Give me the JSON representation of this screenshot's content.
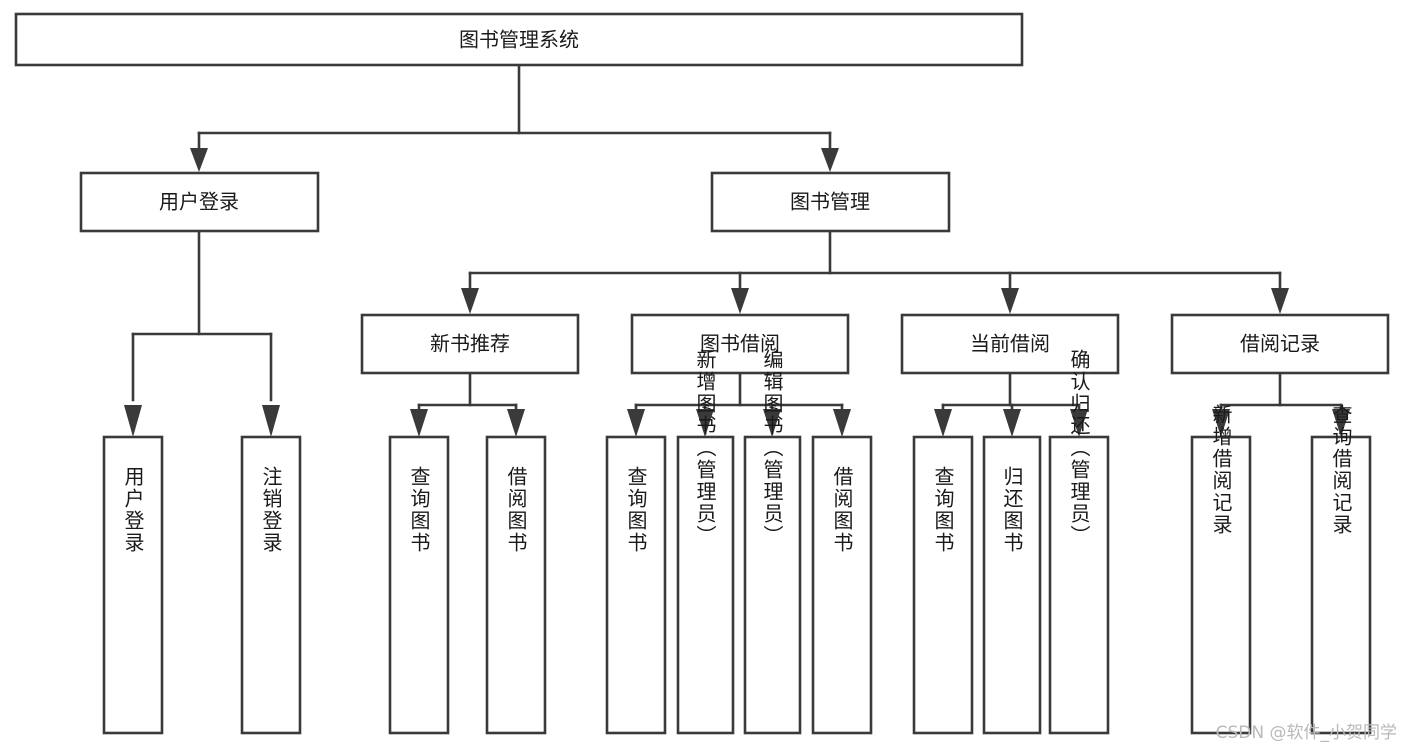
{
  "diagram": {
    "title": "图书管理系统",
    "type": "tree-hierarchy",
    "orientation": "top-down",
    "colors": {
      "box_stroke": "#3a3a3a",
      "box_fill": "#ffffff",
      "connector": "#3a3a3a",
      "text": "#1a1a1a",
      "watermark": "#b9b9b9",
      "background": "#ffffff"
    },
    "root": {
      "label": "图书管理系统"
    },
    "level2": [
      {
        "label": "用户登录"
      },
      {
        "label": "图书管理"
      }
    ],
    "level3": [
      {
        "label": "新书推荐"
      },
      {
        "label": "图书借阅"
      },
      {
        "label": "当前借阅"
      },
      {
        "label": "借阅记录"
      }
    ],
    "leaves": {
      "user_login": [
        {
          "label": "用户登录"
        },
        {
          "label": "注销登录"
        }
      ],
      "new_book_recommend": [
        {
          "label": "查询图书"
        },
        {
          "label": "借阅图书"
        }
      ],
      "book_borrow": [
        {
          "label": "查询图书"
        },
        {
          "label": "新增图书（管理员）"
        },
        {
          "label": "编辑图书（管理员）"
        },
        {
          "label": "借阅图书"
        }
      ],
      "current_borrow": [
        {
          "label": "查询图书"
        },
        {
          "label": "归还图书"
        },
        {
          "label": "确认归还（管理员）"
        }
      ],
      "borrow_record": [
        {
          "label": "新增借阅记录"
        },
        {
          "label": "查询借阅记录"
        }
      ]
    }
  },
  "watermark": {
    "text": "CSDN @软件_小贺同学"
  }
}
